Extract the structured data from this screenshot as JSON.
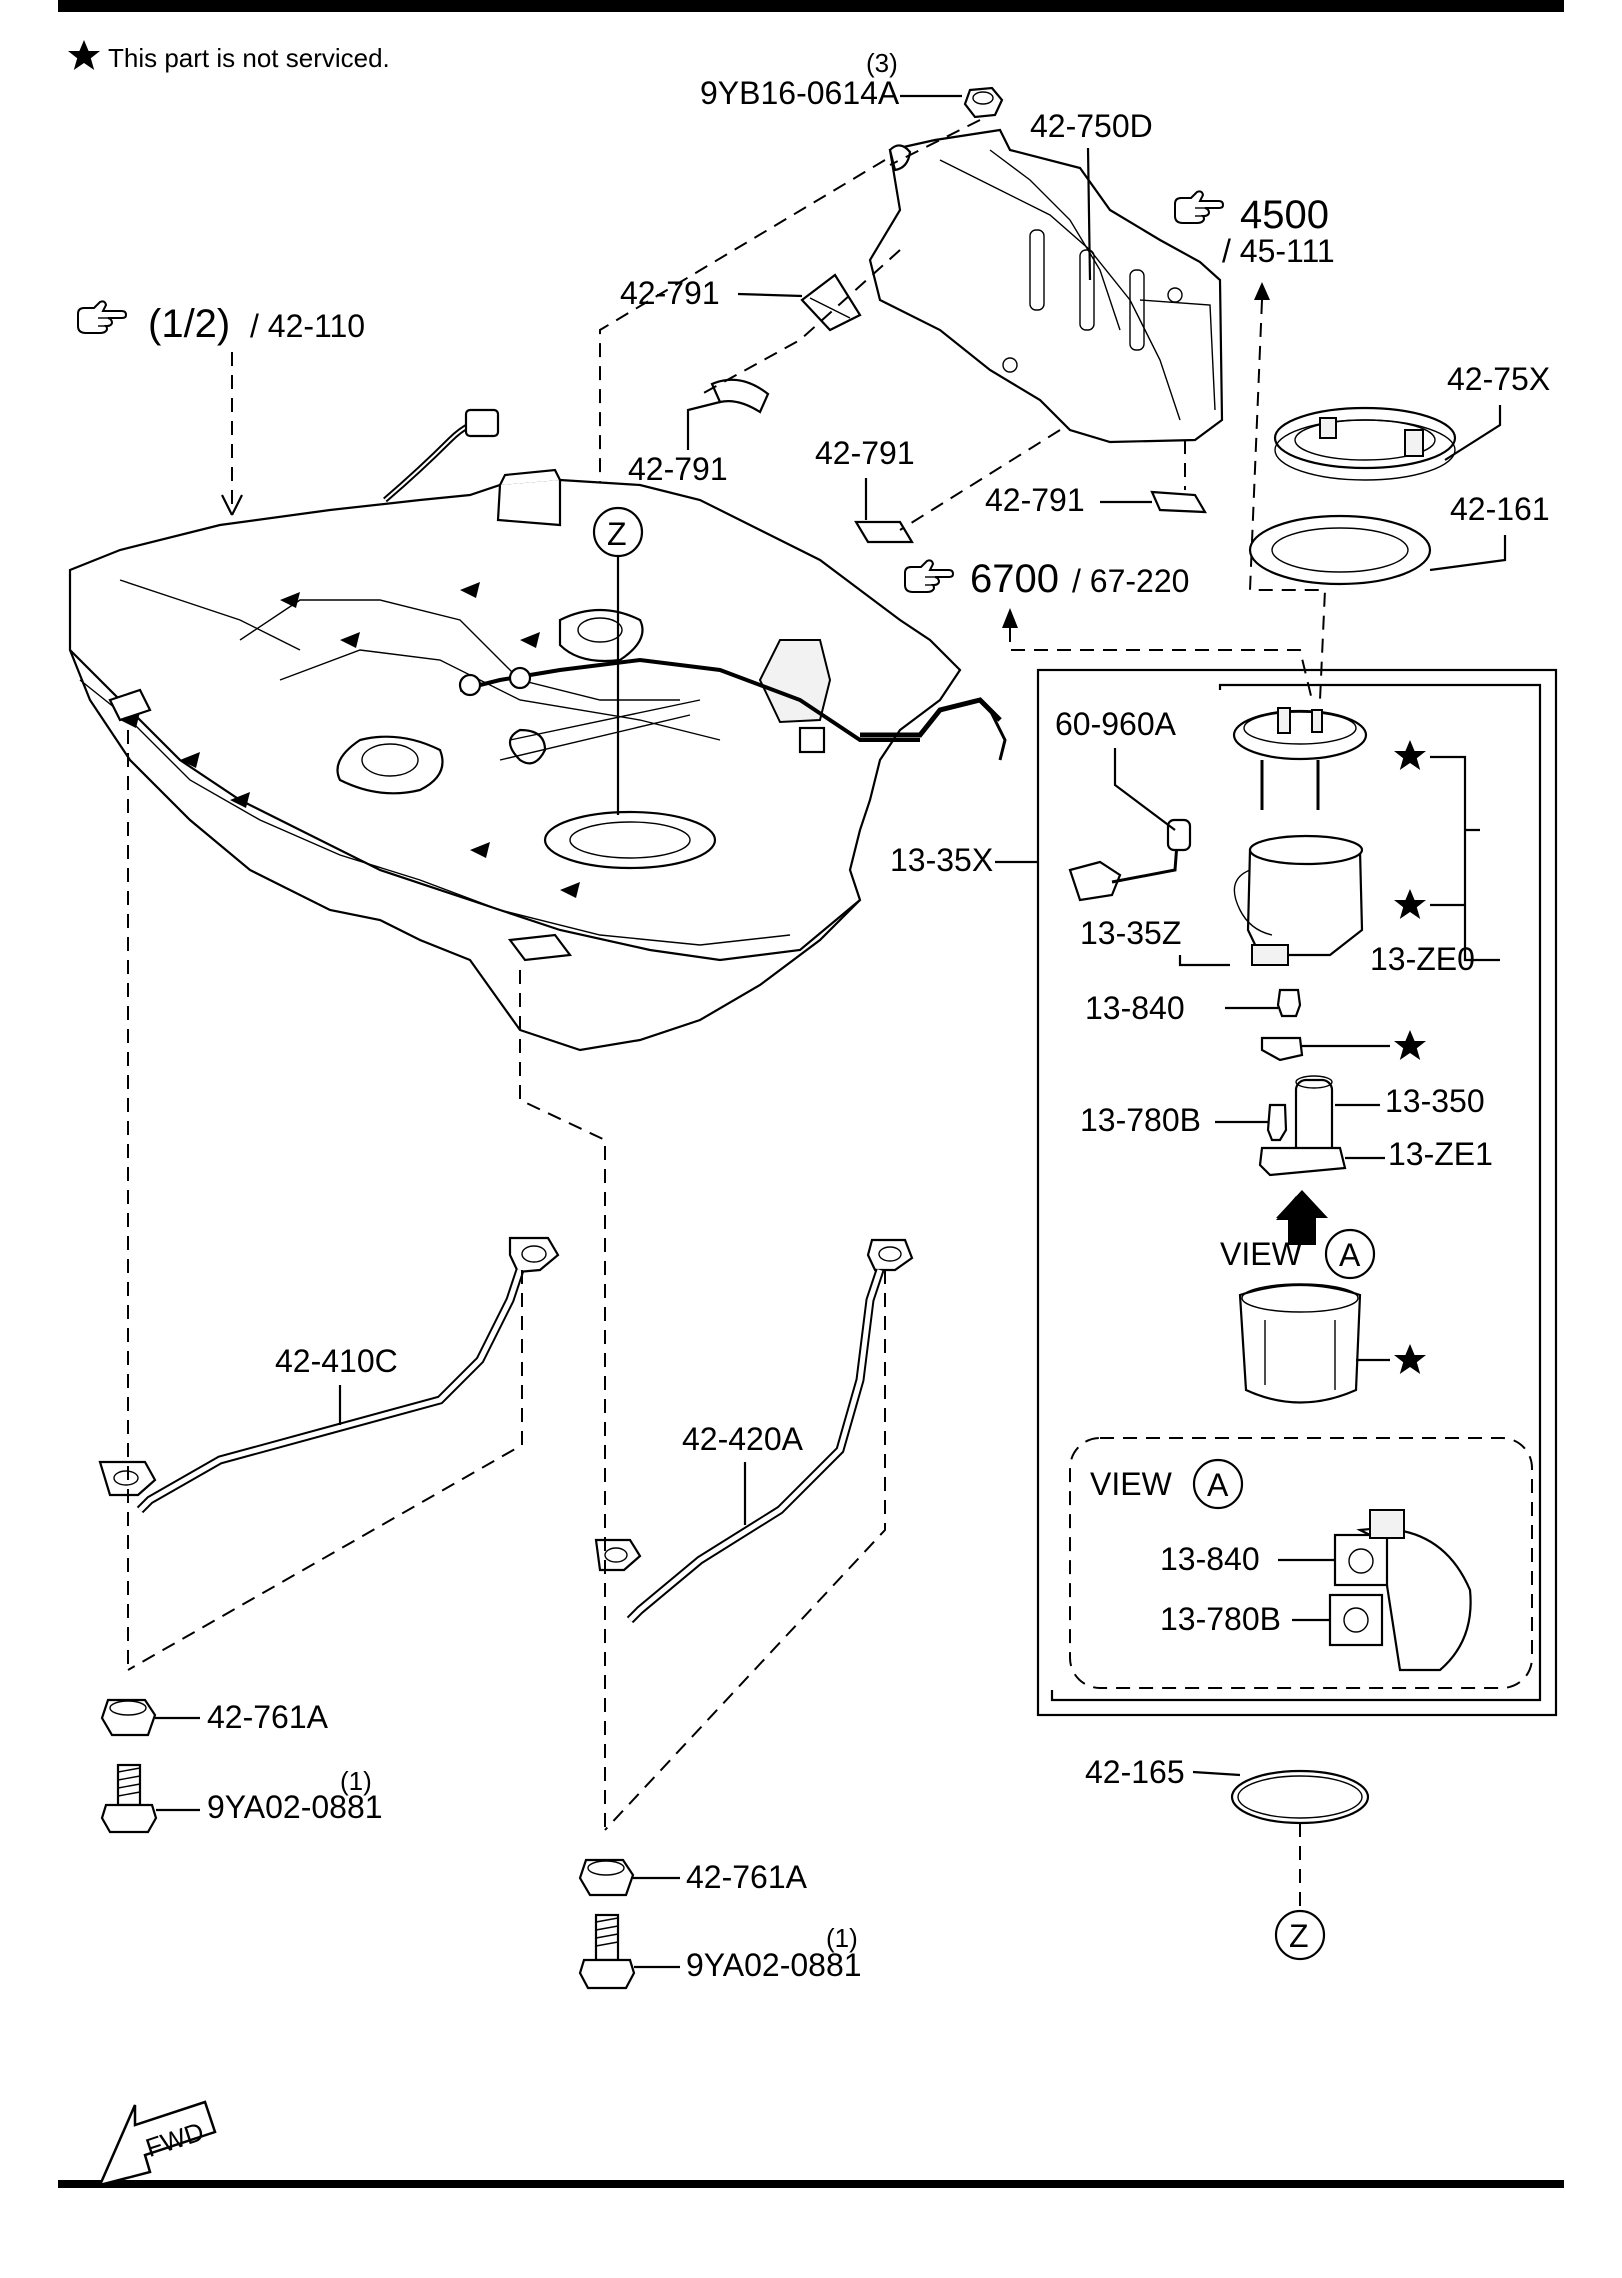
{
  "note": {
    "star_glyph": "★",
    "text": "This part is not serviced."
  },
  "refs": {
    "ref_1_2": {
      "main": "(1/2)",
      "sub": "/ 42-110"
    },
    "ref_4500": {
      "main": "4500",
      "sub": "/ 45-111"
    },
    "ref_6700": {
      "main": "6700",
      "sub": "/ 67-220"
    }
  },
  "labels": {
    "p_9YB16_0614A": "9YB16-0614A",
    "q_9YB16": "(3)",
    "p_42_750D": "42-750D",
    "p_42_791_a": "42-791",
    "p_42_791_b": "42-791",
    "p_42_791_c": "42-791",
    "p_42_791_d": "42-791",
    "p_42_75X": "42-75X",
    "p_42_161": "42-161",
    "p_60_960A": "60-960A",
    "p_13_35X": "13-35X",
    "p_13_35Z": "13-35Z",
    "p_13_ZE0": "13-ZE0",
    "p_13_840": "13-840",
    "p_13_350": "13-350",
    "p_13_780B": "13-780B",
    "p_13_ZE1": "13-ZE1",
    "p_42_410C": "42-410C",
    "p_42_420A": "42-420A",
    "p_42_761A_a": "42-761A",
    "p_42_761A_b": "42-761A",
    "p_9YA02_0881_a": "9YA02-0881",
    "p_9YA02_0881_b": "9YA02-0881",
    "q_9YA02_a": "(1)",
    "q_9YA02_b": "(1)",
    "p_42_165": "42-165",
    "view_label": "VIEW",
    "view_letter": "A",
    "inset_view_label": "VIEW",
    "inset_view_letter": "A",
    "inset_13_840": "13-840",
    "inset_13_780B": "13-780B",
    "z_top": "Z",
    "z_bottom": "Z",
    "fwd": "FWD"
  },
  "colors": {
    "ink": "#000000",
    "paper": "#ffffff"
  },
  "icons": {
    "reference": "pointing-hand-icon",
    "star": "star-icon",
    "forward": "fwd-arrow-icon"
  }
}
